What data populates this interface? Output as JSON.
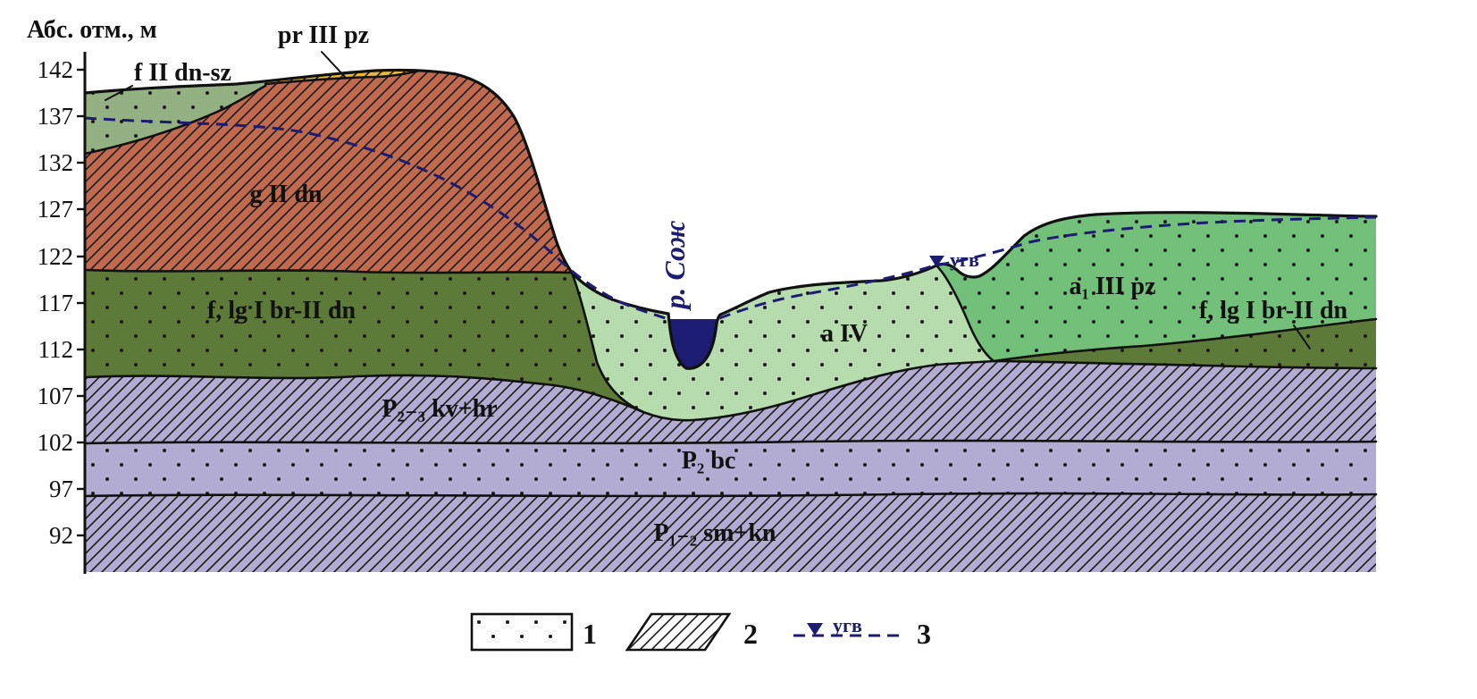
{
  "axis": {
    "title": "Абс. отм., м",
    "ticks": [
      "142",
      "137",
      "132",
      "127",
      "122",
      "117",
      "112",
      "107",
      "102",
      "97",
      "92"
    ]
  },
  "layers": [
    {
      "id": "f_dn_sz",
      "label": "f II dn-sz",
      "pattern": "dots",
      "color": "#94b184"
    },
    {
      "id": "pr_pz",
      "label": "pr III pz",
      "pattern": "hatch",
      "color": "#e8b73c"
    },
    {
      "id": "g_dn",
      "label": "g II dn",
      "pattern": "hatch",
      "color": "#c06a50"
    },
    {
      "id": "f_lg_left",
      "label": "f, lg I br-II dn",
      "pattern": "dots",
      "color": "#5e7a38"
    },
    {
      "id": "a_iv",
      "label": "a IV",
      "pattern": "dots",
      "color": "#b7dcae"
    },
    {
      "id": "a1_pz",
      "label": "a₁ III pz",
      "pattern": "dots",
      "color": "#72c07a"
    },
    {
      "id": "f_lg_right",
      "label": "f, lg I br-II dn",
      "pattern": "dots",
      "color": "#5e7a38"
    },
    {
      "id": "p23",
      "label": "P₂₋₃ kv+hr",
      "pattern": "hatch",
      "color": "#b3acd2"
    },
    {
      "id": "p2bc",
      "label": "P₂ bc",
      "pattern": "dots",
      "color": "#b3acd2"
    },
    {
      "id": "p12",
      "label": "P₁₋₂ sm+kn",
      "pattern": "hatch",
      "color": "#b3acd2"
    }
  ],
  "river": {
    "label": "р. Сож"
  },
  "groundwater": {
    "label": "угв"
  },
  "legend": {
    "items": [
      {
        "num": "1",
        "pattern": "dots"
      },
      {
        "num": "2",
        "pattern": "hatch"
      },
      {
        "num": "3",
        "pattern": "groundwater",
        "label": "угв"
      }
    ]
  },
  "colors": {
    "outline": "#111111",
    "water": "#1c1c72",
    "background": "#ffffff"
  }
}
